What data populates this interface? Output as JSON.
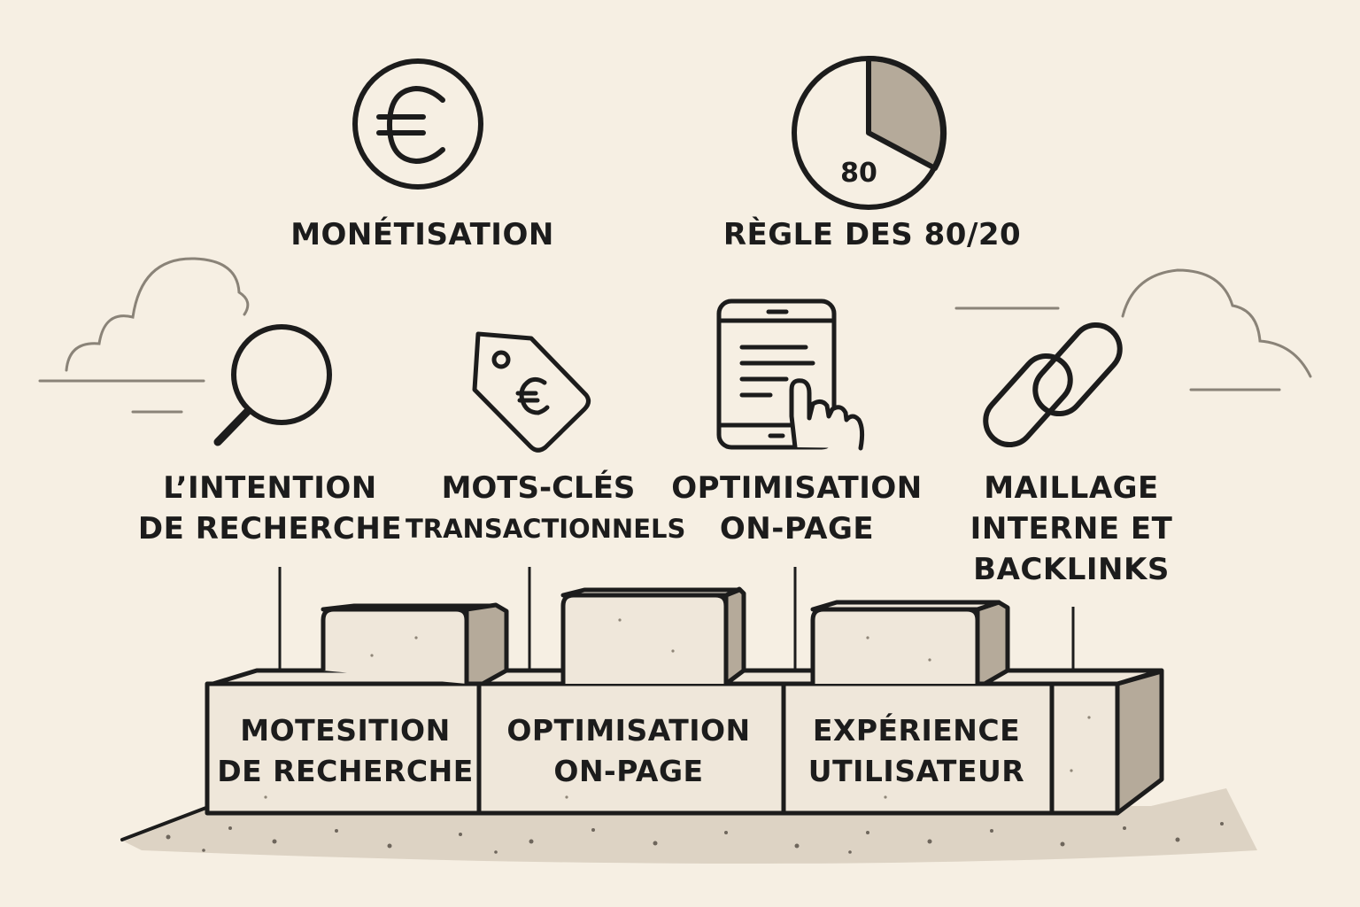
{
  "top": {
    "monetisation": {
      "label": "MONÉTISATION",
      "icon": "euro-coin-icon"
    },
    "pareto": {
      "label": "RÈGLE DES 80/20",
      "icon": "pie-chart-icon",
      "value": "80"
    }
  },
  "concepts": [
    {
      "lines": [
        "L’INTENTION",
        "DE RECHERCHE"
      ],
      "icon": "magnifier-icon"
    },
    {
      "lines": [
        "MOTS-CLÉS",
        "TRANSACTIONNELS"
      ],
      "icon": "price-tag-euro-icon"
    },
    {
      "lines": [
        "OPTIMISATION",
        "ON-PAGE"
      ],
      "icon": "tablet-touch-icon"
    },
    {
      "lines": [
        "MAILLAGE",
        "INTERNE ET",
        "BACKLINKS"
      ],
      "icon": "chain-link-icon"
    }
  ],
  "blocks": [
    {
      "lines": [
        "MOTESITION",
        "DE RECHERCHE"
      ]
    },
    {
      "lines": [
        "OPTIMISATION",
        "ON-PAGE"
      ]
    },
    {
      "lines": [
        "EXPÉRIENCE",
        "UTILISATEUR"
      ]
    }
  ],
  "colors": {
    "background": "#f6efe3",
    "ink": "#1c1c1c",
    "stone": "#efe7da",
    "shadow": "#b5aa9a",
    "cloud": "#8a8378"
  }
}
